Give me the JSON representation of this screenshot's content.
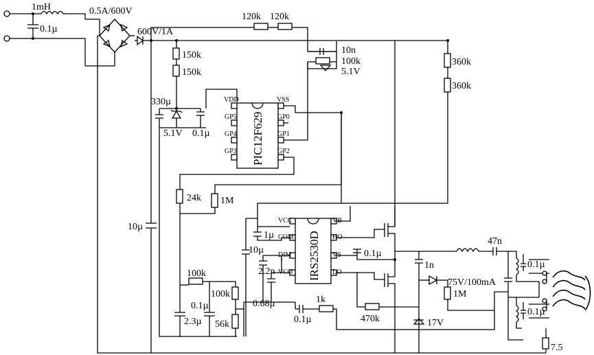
{
  "labels": {
    "l_input": "1mH",
    "bridge": "0.5A/600V",
    "c_input": "0.1µ",
    "diode_main": "600V/1A",
    "r120a": "120k",
    "r120b": "120k",
    "c10n": "10n",
    "r100k_top": "100k",
    "z51_top": "5.1V",
    "r150a": "150k",
    "r150b": "150k",
    "c330": "330µ",
    "z51": "5.1V",
    "c01_pic": "0.1µ",
    "r360a": "360k",
    "r360b": "360k",
    "r24k": "24k",
    "r1M": "1M",
    "c10u_left": "10µ",
    "c1u": "1µ",
    "c10u_irs": "10µ",
    "c22": "2.2n",
    "c068": "0.68µ",
    "c01_hb": "0.1µ",
    "r100k_bot": "100k",
    "r100k_dim": "100k",
    "c01_bot": "0.1µ",
    "c23": "2.3µ",
    "r56k": "56k",
    "r1k": "1k",
    "c01_bot2": "0.1µ",
    "r470k": "470k",
    "z17": "17V",
    "c1n": "1n",
    "z75": "75V/100mA",
    "r1M_out": "1M",
    "c47n": "47n",
    "c01_fa": "0.1µ",
    "c01_fb": "0.1µ",
    "r75": "7.5"
  },
  "pic": {
    "name": "PIC12F629",
    "pins": {
      "vdd": "VDD",
      "vss": "VSS",
      "gp5": "GP5",
      "gp0": "GP0",
      "gp4": "GP4",
      "gp1": "GP1",
      "gp3": "GP3",
      "gp2": "GP2"
    }
  },
  "irs": {
    "name": "IRS2530D",
    "pins": {
      "vcc": "VCC",
      "vb": "VB",
      "com": "COM",
      "ho": "HO",
      "dim": "DIM",
      "vs": "VS",
      "vco": "VCO",
      "lo": "LO"
    }
  }
}
